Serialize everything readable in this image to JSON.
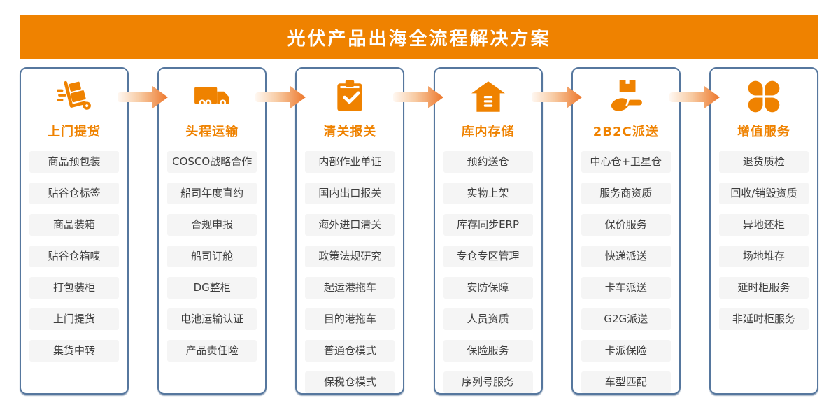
{
  "title": "光伏产品出海全流程解决方案",
  "colors": {
    "primary_orange": "#EF8200",
    "arrow_gradient_start": "#FFF8F2",
    "arrow_gradient_end": "#ED772B",
    "card_border": "#56779E",
    "item_background": "#F5F5F5",
    "item_text": "#3E3E3E",
    "banner_text": "#FFFFFF"
  },
  "columns": [
    {
      "icon": "hand-truck-icon",
      "title": "上门提货",
      "items": [
        "商品预包装",
        "贴谷仓标签",
        "商品装箱",
        "贴谷仓箱唛",
        "打包装柜",
        "上门提货",
        "集货中转"
      ]
    },
    {
      "icon": "truck-icon",
      "title": "头程运输",
      "items": [
        "COSCO战略合作",
        "船司年度直约",
        "合规申报",
        "船司订舱",
        "DG整柜",
        "电池运输认证",
        "产品责任险"
      ]
    },
    {
      "icon": "clipboard-check-icon",
      "title": "清关报关",
      "items": [
        "内部作业单证",
        "国内出口报关",
        "海外进口清关",
        "政策法规研究",
        "起运港拖车",
        "目的港拖车",
        "普通仓模式",
        "保税仓模式"
      ]
    },
    {
      "icon": "warehouse-icon",
      "title": "库内存储",
      "items": [
        "预约送仓",
        "实物上架",
        "库存同步ERP",
        "专仓专区管理",
        "安防保障",
        "人员资质",
        "保险服务",
        "序列号服务"
      ]
    },
    {
      "icon": "hand-box-icon",
      "title": "2B2C派送",
      "items": [
        "中心仓+卫星仓",
        "服务商资质",
        "保价服务",
        "快递派送",
        "卡车派送",
        "G2G派送",
        "卡派保险",
        "车型匹配"
      ]
    },
    {
      "icon": "clover-icon",
      "title": "增值服务",
      "items": [
        "退货质检",
        "回收/销毁资质",
        "异地还柜",
        "场地堆存",
        "延时柜服务",
        "非延时柜服务"
      ]
    }
  ]
}
